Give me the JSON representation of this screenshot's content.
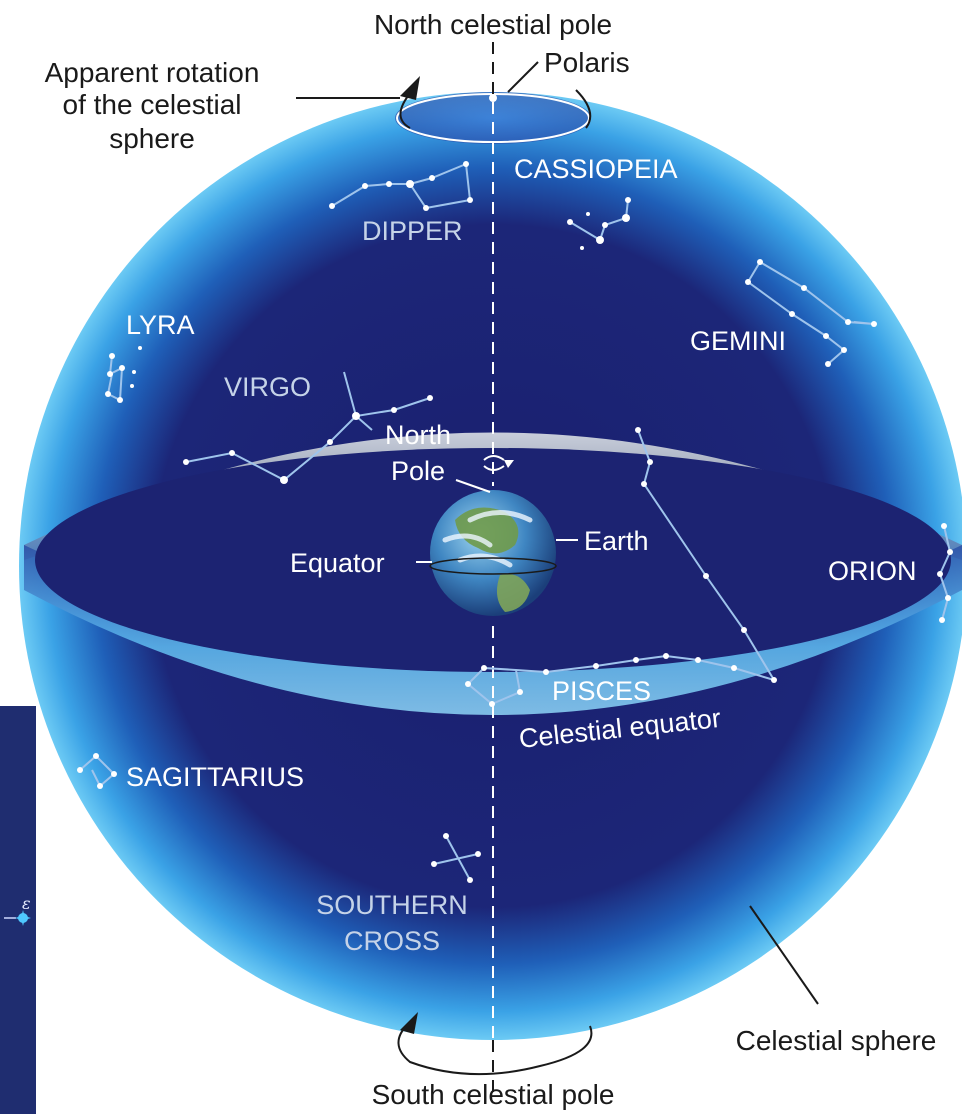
{
  "labels": {
    "north_pole_celestial": "North celestial pole",
    "polaris": "Polaris",
    "apparent_rotation_line1": "Apparent rotation",
    "apparent_rotation_line2": "of the celestial",
    "apparent_rotation_line3": "sphere",
    "north_pole_line1": "North",
    "north_pole_line2": "Pole",
    "earth": "Earth",
    "equator": "Equator",
    "celestial_equator": "Celestial equator",
    "celestial_sphere": "Celestial sphere",
    "south_celestial_pole": "South celestial pole",
    "epsilon": "ε"
  },
  "constellations": {
    "cassiopeia": "CASSIOPEIA",
    "dipper": "DIPPER",
    "lyra": "LYRA",
    "gemini": "GEMINI",
    "virgo": "VIRGO",
    "orion": "ORION",
    "pisces": "PISCES",
    "sagittarius": "SAGITTARIUS",
    "southern_cross_line1": "SOUTHERN",
    "southern_cross_line2": "CROSS"
  },
  "colors": {
    "sphere_dark": "#1a1f6e",
    "sphere_edge": "#4fb8f0",
    "band_light": "#c7d0da",
    "label_text": "#1a1a1a"
  }
}
